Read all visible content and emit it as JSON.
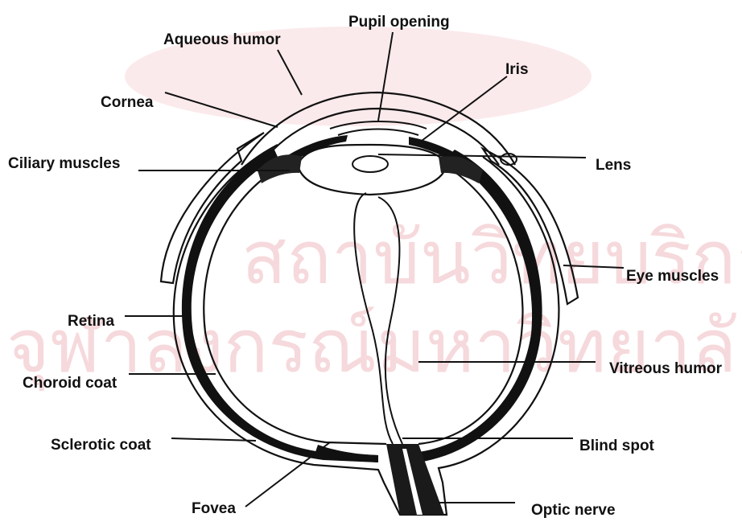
{
  "labels": {
    "aqueous_humor": "Aqueous humor",
    "pupil_opening": "Pupil opening",
    "iris": "Iris",
    "cornea": "Cornea",
    "ciliary_muscles": "Ciliary muscles",
    "lens": "Lens",
    "eye_muscles": "Eye muscles",
    "retina": "Retina",
    "choroid_coat": "Choroid coat",
    "vitreous_humor": "Vitreous humor",
    "sclerotic_coat": "Sclerotic coat",
    "blind_spot": "Blind spot",
    "fovea": "Fovea",
    "optic_nerve": "Optic nerve"
  },
  "watermark": {
    "line1": "สถาบันวิทยบริการ",
    "line2": "จุฬาลงกรณ์มหาวิทยาลัย"
  },
  "colors": {
    "ink": "#111111",
    "watermark": "#f6d9dc",
    "background": "#ffffff"
  }
}
